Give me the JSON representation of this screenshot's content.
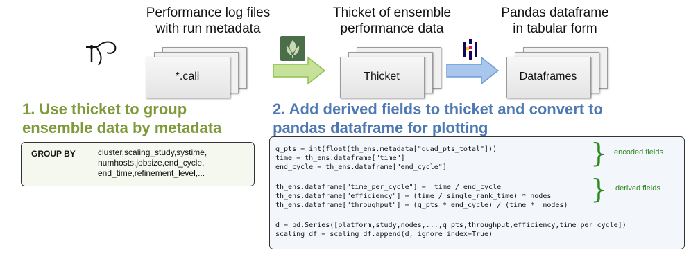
{
  "stages": [
    {
      "title_line1": "Performance log files",
      "title_line2": "with run metadata",
      "doc_label": "*.cali"
    },
    {
      "title_line1": "Thicket of ensemble",
      "title_line2": "performance data",
      "doc_label": "Thicket"
    },
    {
      "title_line1": "Pandas dataframe",
      "title_line2": "in tabular form",
      "doc_label": "Dataframes"
    }
  ],
  "icons": [
    "caliper-icon",
    "thicket-logo-icon",
    "pandas-logo-icon"
  ],
  "arrow_colors": {
    "green": "#c6e29a",
    "blue": "#a9c6ec"
  },
  "step1": {
    "line1": "1. Use thicket to group",
    "line2": "ensemble data by metadata",
    "color": "#7f9a3a"
  },
  "step2": {
    "line1": "2. Add derived fields to thicket and convert to",
    "line2": "pandas dataframe for plotting",
    "color": "#4f79b3"
  },
  "groupby": {
    "key": "GROUP BY",
    "lines": [
      "cluster,scaling_study,systime,",
      "numhosts,jobsize,end_cycle,",
      "end_time,refinement_level,..."
    ]
  },
  "annotations": {
    "encoded": "encoded fields",
    "derived": "derived fields"
  },
  "code": {
    "line1": "q_pts = int(float(th_ens.metadata[\"quad_pts_total\"]))",
    "line2": "time = th_ens.dataframe[\"time\"]",
    "line3": "end_cycle = th_ens.dataframe[\"end_cycle\"]",
    "line4": "th_ens.dataframe[\"time_per_cycle\"] =  time / end_cycle",
    "line5": "th_ens.dataframe[\"efficiency\"] = (time / single_rank_time) * nodes",
    "line6": "th_ens.dataframe[\"throughput\"] = (q_pts * end_cycle) / (time *  nodes)",
    "line7": "d = pd.Series([platform,study,nodes,...,q_pts,throughput,efficiency,time_per_cycle])",
    "line8": "scaling_df = scaling_df.append(d, ignore_index=True)"
  }
}
